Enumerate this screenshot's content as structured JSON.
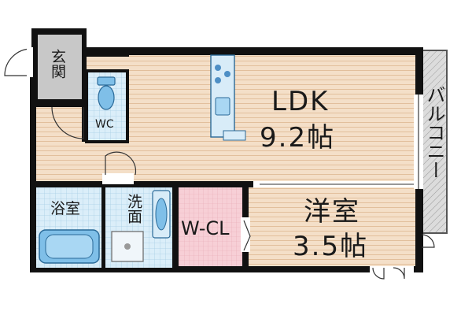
{
  "rooms": {
    "ldk": {
      "name": "LDK",
      "size": "9.2帖"
    },
    "western": {
      "name": "洋室",
      "size": "3.5帖"
    },
    "walk_in_closet": {
      "name": "W-CL"
    },
    "entrance": {
      "name": "玄関"
    },
    "toilet": {
      "name": "WC"
    },
    "bath": {
      "name": "浴室"
    },
    "washroom": {
      "name": "洗面"
    },
    "balcony": {
      "name": "バルコニー"
    }
  },
  "colors": {
    "wall": "#111111",
    "floor_wood": "#f4dfc8",
    "floor_line": "#e2bf9c",
    "wet_area": "#d8ecf8",
    "bath_fixture": "#7fbfe8",
    "closet": "#f7cfd6",
    "entrance": "#c8c8c8",
    "balcony": "#d9d9d9"
  }
}
